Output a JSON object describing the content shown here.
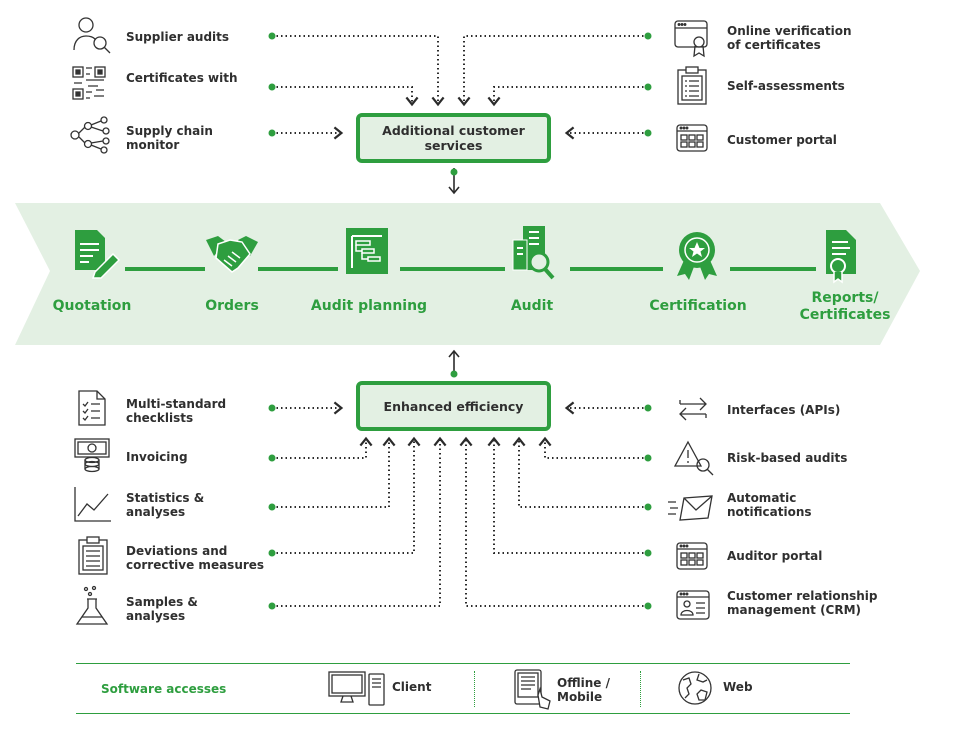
{
  "colors": {
    "green": "#2e9e3f",
    "band": "#e3f0e3",
    "text": "#2f2f2f"
  },
  "top": {
    "box_label": "Additional customer\nservices",
    "left": [
      {
        "icon": "person-search-icon",
        "label": "Supplier audits"
      },
      {
        "icon": "qr-code-icon",
        "label": "Certificates with"
      },
      {
        "icon": "network-nodes-icon",
        "label": "Supply chain\nmonitor"
      }
    ],
    "right": [
      {
        "icon": "certificate-browser-icon",
        "label": "Online verification\nof certificates"
      },
      {
        "icon": "clipboard-list-icon",
        "label": "Self-assessments"
      },
      {
        "icon": "portal-window-icon",
        "label": "Customer portal"
      }
    ]
  },
  "process": {
    "stages": [
      {
        "icon": "document-pen-icon",
        "label": "Quotation"
      },
      {
        "icon": "handshake-icon",
        "label": "Orders"
      },
      {
        "icon": "gantt-chart-icon",
        "label": "Audit planning"
      },
      {
        "icon": "building-search-icon",
        "label": "Audit"
      },
      {
        "icon": "award-badge-icon",
        "label": "Certification"
      },
      {
        "icon": "document-seal-icon",
        "label": "Reports/\nCertificates"
      }
    ]
  },
  "bottom": {
    "box_label": "Enhanced efficiency",
    "left": [
      {
        "icon": "checklist-icon",
        "label": "Multi-standard\nchecklists"
      },
      {
        "icon": "money-coins-icon",
        "label": "Invoicing"
      },
      {
        "icon": "line-chart-icon",
        "label": "Statistics &\nanalyses"
      },
      {
        "icon": "clipboard-icon",
        "label": "Deviations and\ncorrective measures"
      },
      {
        "icon": "flask-icon",
        "label": "Samples &\nanalyses"
      }
    ],
    "right": [
      {
        "icon": "exchange-arrows-icon",
        "label": "Interfaces (APIs)"
      },
      {
        "icon": "warning-search-icon",
        "label": "Risk-based audits"
      },
      {
        "icon": "envelope-fast-icon",
        "label": "Automatic\nnotifications"
      },
      {
        "icon": "portal-window-icon",
        "label": "Auditor portal"
      },
      {
        "icon": "contact-card-icon",
        "label": "Customer relationship\nmanagement (CRM)"
      }
    ]
  },
  "software": {
    "title": "Software accesses",
    "items": [
      {
        "icon": "desktop-computer-icon",
        "label": "Client"
      },
      {
        "icon": "tablet-touch-icon",
        "label": "Offline /\nMobile"
      },
      {
        "icon": "globe-icon",
        "label": "Web"
      }
    ]
  }
}
